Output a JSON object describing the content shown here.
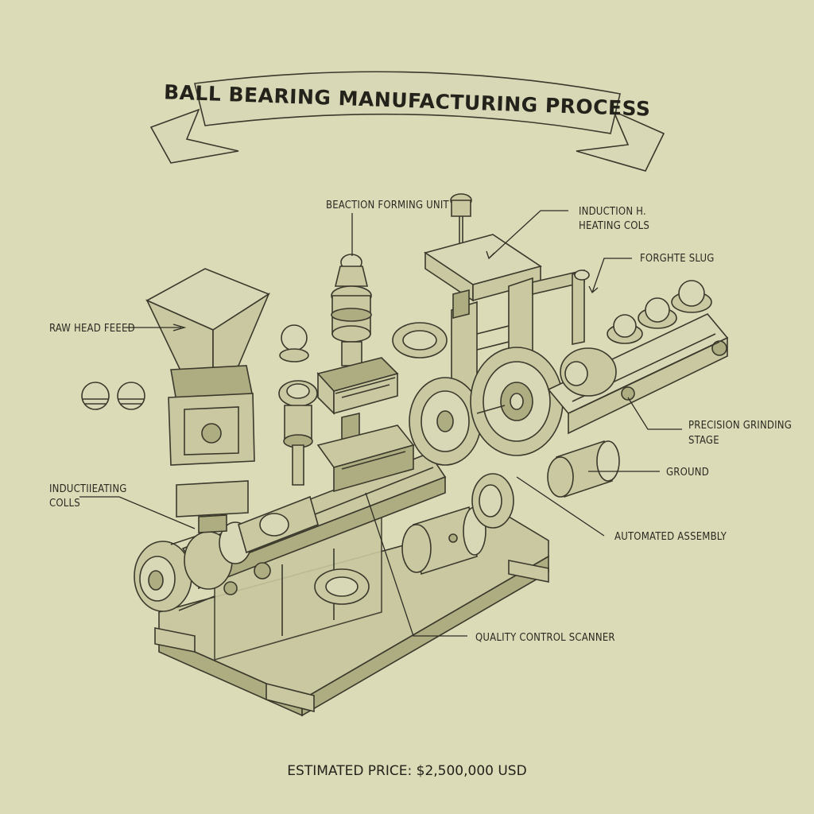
{
  "title": "BALL BEARING MANUFACTURING PROCESS",
  "labels": {
    "raw_feed": "RAW HEAD FEEED",
    "forming_unit": "BEACTION FORMING UNIT",
    "induction_top_1": "INDUCTION  H.",
    "induction_top_2": "HEATING COLS",
    "forged_slug": "FORGHTE SLUG",
    "induction_left_1": "INDUCTIIEATING",
    "induction_left_2": "COLLS",
    "grinding_1": "PRECISION GRINDING",
    "grinding_2": "STAGE",
    "ground": "GROUND",
    "assembly": "AUTOMATED ASSEMBLY",
    "qc_scanner": "QUALITY CONTROL SCANNER"
  },
  "price": "ESTIMATED PRICE: $2,500,000 USD",
  "colors": {
    "paper": "#dcdbb8",
    "ink": "#3a392c",
    "machine_fill": "#c9c8a0",
    "machine_shade": "#aead82"
  }
}
